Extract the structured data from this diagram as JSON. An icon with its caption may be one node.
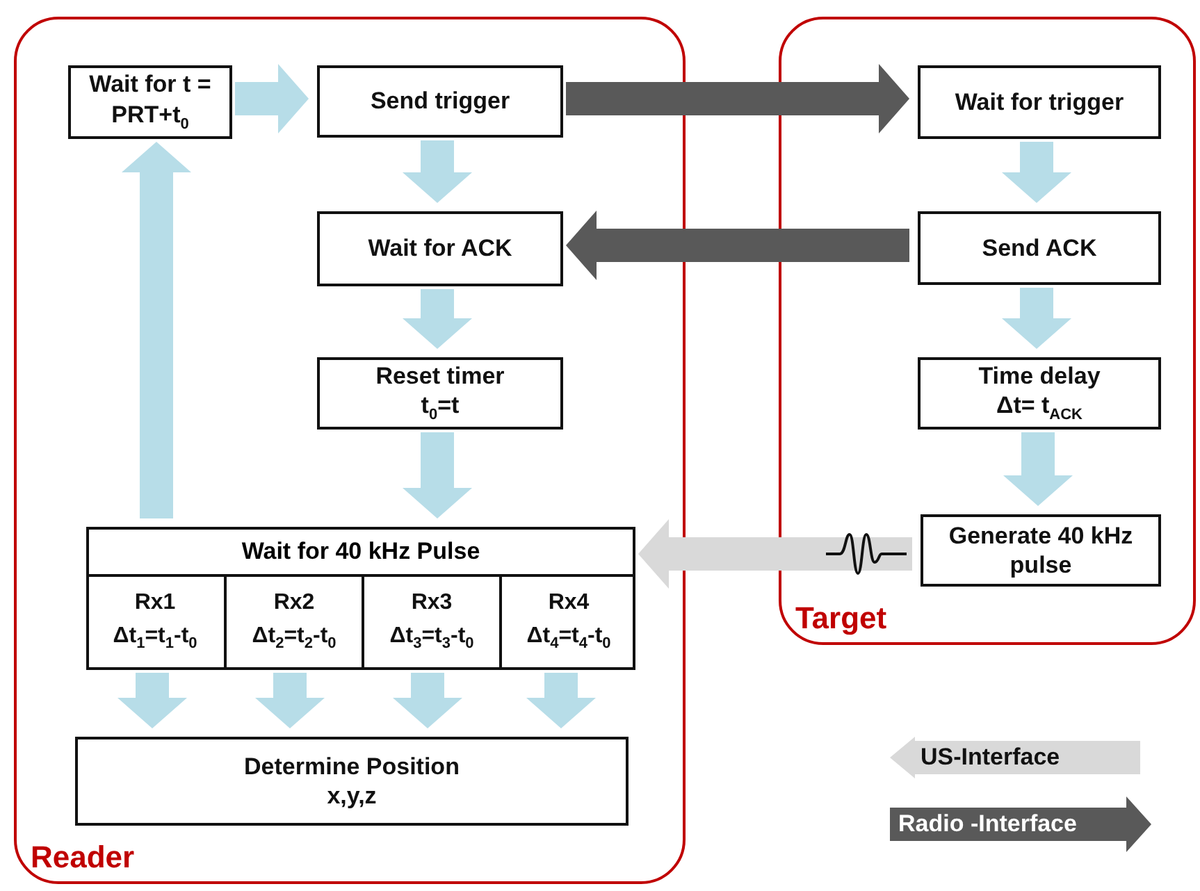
{
  "diagram": {
    "nodes": [
      {
        "text": [
          "Reader"
        ]
      },
      {
        "text": [
          "Target"
        ]
      },
      {
        "text": [
          "Wait for t = PRT+t$_{0}$"
        ],
        "in": 0
      },
      {
        "text": [
          "Send trigger"
        ],
        "in": 0
      },
      {
        "text": [
          "Wait for ACK"
        ],
        "in": 0
      },
      {
        "text": [
          "Reset timer",
          "t$_{0}$=t"
        ],
        "in": 0
      },
      {
        "text": [
          "Wait for 40 kHz Pulse"
        ],
        "in": 0
      },
      {
        "text": [
          "Rx1",
          "Δt$_{1}$=t$_{1}$-t$_{0}$"
        ],
        "in": 6
      },
      {
        "text": [
          "Rx2",
          "Δt$_{2}$=t$_{2}$-t$_{0}$"
        ],
        "in": 6
      },
      {
        "text": [
          "Rx3",
          "Δt$_{3}$=t$_{3}$-t$_{0}$"
        ],
        "in": 6
      },
      {
        "text": [
          "Rx4",
          "Δt$_{4}$=t$_{4}$-t$_{0}$"
        ],
        "in": 6
      },
      {
        "text": [
          "Determine Position",
          "x,y,z"
        ],
        "in": 0
      },
      {
        "text": [
          "Wait for trigger"
        ],
        "in": 1
      },
      {
        "text": [
          "Send ACK"
        ],
        "in": 1
      },
      {
        "text": [
          "Time delay",
          "Δt= t$_{ACK}$"
        ],
        "in": 1
      },
      {
        "text": [
          "Generate 40 kHz pulse"
        ],
        "in": 1
      }
    ],
    "edges": [
      {
        "from": 2,
        "to": 3,
        "arrow": "to"
      },
      {
        "from": 3,
        "to": 4,
        "arrow": "to"
      },
      {
        "from": 4,
        "to": 5,
        "arrow": "to"
      },
      {
        "from": 5,
        "to": 6,
        "arrow": "to"
      },
      {
        "from": 7,
        "to": 11,
        "arrow": "to"
      },
      {
        "from": 8,
        "to": 11,
        "arrow": "to"
      },
      {
        "from": 9,
        "to": 11,
        "arrow": "to"
      },
      {
        "from": 10,
        "to": 11,
        "arrow": "to"
      },
      {
        "from": 6,
        "to": 2,
        "arrow": "to"
      },
      {
        "from": 3,
        "to": 12,
        "arrow": "to",
        "color": "#595959"
      },
      {
        "from": 12,
        "to": 13,
        "arrow": "to"
      },
      {
        "from": 13,
        "to": 4,
        "arrow": "to",
        "color": "#595959"
      },
      {
        "from": 13,
        "to": 14,
        "arrow": "to"
      },
      {
        "from": 14,
        "to": 15,
        "arrow": "to"
      },
      {
        "from": 15,
        "to": 6,
        "arrow": "to",
        "color": "#d9d9d9"
      }
    ],
    "legend": [
      {
        "text": "US-Interface",
        "color": "#d9d9d9"
      },
      {
        "text": "Radio -Interface",
        "color": "#595959"
      }
    ]
  }
}
